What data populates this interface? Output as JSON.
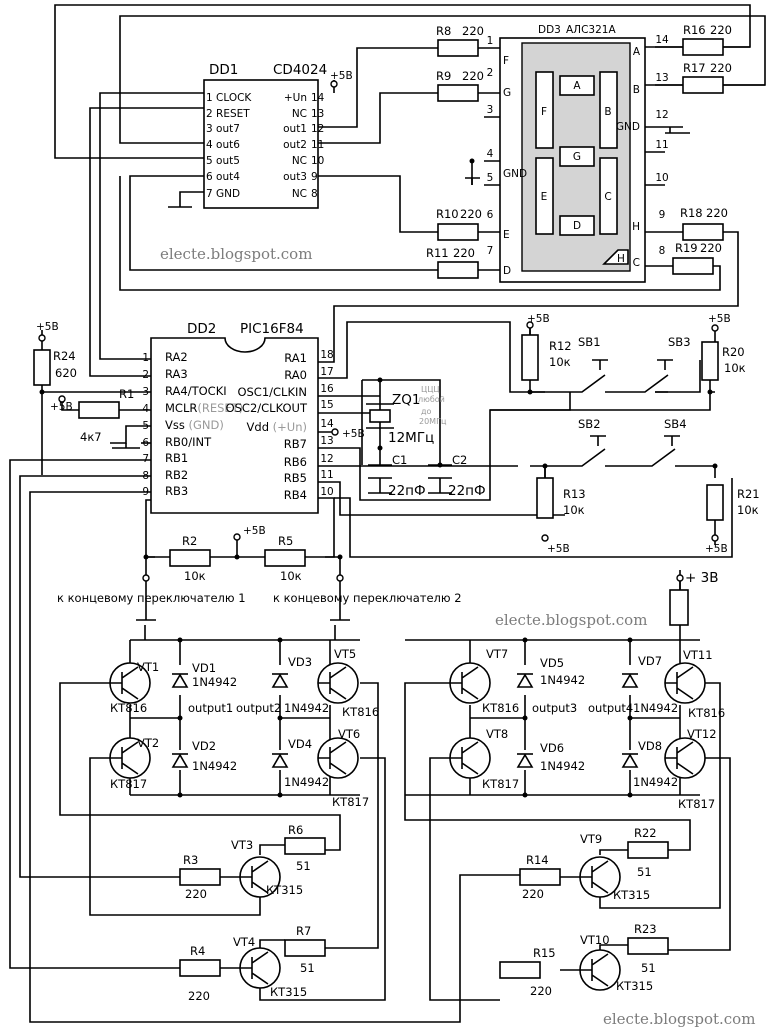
{
  "watermark": "electe.blogspot.com",
  "dd1": {
    "ref": "DD1",
    "part": "CD4024",
    "supply": "+5B",
    "left_pins": [
      "1 CLOCK",
      "2 RESET",
      "3 out7",
      "4 out6",
      "5 out5",
      "6 out4",
      "7 GND"
    ],
    "right_pins": [
      {
        "name": "+Un",
        "num": "14"
      },
      {
        "name": "NC",
        "num": "13"
      },
      {
        "name": "out1",
        "num": "12"
      },
      {
        "name": "out2",
        "num": "11"
      },
      {
        "name": "NC",
        "num": "10"
      },
      {
        "name": "out3",
        "num": "9"
      },
      {
        "name": "NC",
        "num": "8"
      }
    ]
  },
  "dd3": {
    "ref": "DD3",
    "part": "АЛС321А",
    "left_pins": [
      {
        "num": "1",
        "name": "F"
      },
      {
        "num": "2",
        "name": "G"
      },
      {
        "num": "3",
        "name": ""
      },
      {
        "num": "4",
        "name": "GND"
      },
      {
        "num": "5",
        "name": ""
      },
      {
        "num": "6",
        "name": "E"
      },
      {
        "num": "7",
        "name": "D"
      }
    ],
    "right_pins": [
      {
        "num": "14",
        "name": "A"
      },
      {
        "num": "13",
        "name": "B"
      },
      {
        "num": "12",
        "name": "GND"
      },
      {
        "num": "11",
        "name": ""
      },
      {
        "num": "10",
        "name": ""
      },
      {
        "num": "9",
        "name": "H"
      },
      {
        "num": "8",
        "name": "C"
      }
    ],
    "segments": [
      "A",
      "F",
      "B",
      "G",
      "E",
      "C",
      "D",
      "H"
    ]
  },
  "dd2": {
    "ref": "DD2",
    "part": "PIC16F84",
    "left_pins": [
      {
        "num": "1",
        "name": "RA2"
      },
      {
        "num": "2",
        "name": "RA3"
      },
      {
        "num": "3",
        "name": "RA4/TOCKI"
      },
      {
        "num": "4",
        "name": "MCLR",
        "extra": "(RESET)"
      },
      {
        "num": "5",
        "name": "Vss",
        "extra": "(GND)"
      },
      {
        "num": "6",
        "name": "RB0/INT"
      },
      {
        "num": "7",
        "name": "RB1"
      },
      {
        "num": "8",
        "name": "RB2"
      },
      {
        "num": "9",
        "name": "RB3"
      }
    ],
    "right_pins": [
      {
        "num": "18",
        "name": "RA1"
      },
      {
        "num": "17",
        "name": "RA0"
      },
      {
        "num": "16",
        "name": "OSC1/CLKIN"
      },
      {
        "num": "15",
        "name": "OSC2/CLKOUT"
      },
      {
        "num": "14",
        "name": "Vdd",
        "extra": "(+Un)"
      },
      {
        "num": "13",
        "name": "RB7"
      },
      {
        "num": "12",
        "name": "RB6"
      },
      {
        "num": "11",
        "name": "RB5"
      },
      {
        "num": "10",
        "name": "RB4"
      }
    ]
  },
  "resistors": {
    "r1": {
      "ref": "R1",
      "val": "4к7"
    },
    "r2": {
      "ref": "R2",
      "val": "10к"
    },
    "r3": {
      "ref": "R3",
      "val": "220"
    },
    "r4": {
      "ref": "R4",
      "val": "220"
    },
    "r5": {
      "ref": "R5",
      "val": "10к"
    },
    "r6": {
      "ref": "R6",
      "val": "51"
    },
    "r7": {
      "ref": "R7",
      "val": "51"
    },
    "r8": {
      "ref": "R8",
      "val": "220"
    },
    "r9": {
      "ref": "R9",
      "val": "220"
    },
    "r10": {
      "ref": "R10",
      "val": "220"
    },
    "r11": {
      "ref": "R11",
      "val": "220"
    },
    "r12": {
      "ref": "R12",
      "val": "10к"
    },
    "r13": {
      "ref": "R13",
      "val": "10к"
    },
    "r14": {
      "ref": "R14",
      "val": "220"
    },
    "r15": {
      "ref": "R15",
      "val": "220"
    },
    "r16": {
      "ref": "R16",
      "val": "220"
    },
    "r17": {
      "ref": "R17",
      "val": "220"
    },
    "r18": {
      "ref": "R18",
      "val": "220"
    },
    "r19": {
      "ref": "R19",
      "val": "220"
    },
    "r20": {
      "ref": "R20",
      "val": "10к"
    },
    "r21": {
      "ref": "R21",
      "val": "10к"
    },
    "r22": {
      "ref": "R22",
      "val": "51"
    },
    "r23": {
      "ref": "R23",
      "val": "51"
    },
    "r24": {
      "ref": "R24",
      "val": "620"
    }
  },
  "capacitors": {
    "c1": {
      "ref": "C1",
      "val": "22пФ"
    },
    "c2": {
      "ref": "C2",
      "val": "22пФ"
    }
  },
  "crystal": {
    "ref": "ZQ1",
    "val": "12МГц",
    "note": [
      "ЦЦЦ",
      "любой",
      "до",
      "20МГц"
    ]
  },
  "switches": [
    "SB1",
    "SB2",
    "SB3",
    "SB4"
  ],
  "supplies": {
    "plus5": "+5B",
    "plus3": "+ 3B"
  },
  "limit_switches": [
    "к концевому переключателю 1",
    "к концевому переключателю 2"
  ],
  "transistors": {
    "vt1": {
      "ref": "VT1",
      "part": "КТ816"
    },
    "vt2": {
      "ref": "VT2",
      "part": "КТ817"
    },
    "vt3": {
      "ref": "VT3",
      "part": "КТ315"
    },
    "vt4": {
      "ref": "VT4",
      "part": "КТ315"
    },
    "vt5": {
      "ref": "VT5",
      "part": "КТ816"
    },
    "vt6": {
      "ref": "VT6",
      "part": "КТ817"
    },
    "vt7": {
      "ref": "VT7",
      "part": "КТ816"
    },
    "vt8": {
      "ref": "VT8",
      "part": "КТ817"
    },
    "vt9": {
      "ref": "VT9",
      "part": "КТ315"
    },
    "vt10": {
      "ref": "VT10",
      "part": "КТ315"
    },
    "vt11": {
      "ref": "VT11",
      "part": "КТ816"
    },
    "vt12": {
      "ref": "VT12",
      "part": "КТ817"
    }
  },
  "diodes": {
    "vd1": {
      "ref": "VD1",
      "part": "1N4942"
    },
    "vd2": {
      "ref": "VD2",
      "part": "1N4942"
    },
    "vd3": {
      "ref": "VD3",
      "part": "1N4942"
    },
    "vd4": {
      "ref": "VD4",
      "part": "1N4942"
    },
    "vd5": {
      "ref": "VD5",
      "part": "1N4942"
    },
    "vd6": {
      "ref": "VD6",
      "part": "1N4942"
    },
    "vd7": {
      "ref": "VD7",
      "part": "1N4942"
    },
    "vd8": {
      "ref": "VD8",
      "part": "1N4942"
    }
  },
  "outputs": [
    "output1",
    "output2",
    "output3",
    "output4"
  ]
}
